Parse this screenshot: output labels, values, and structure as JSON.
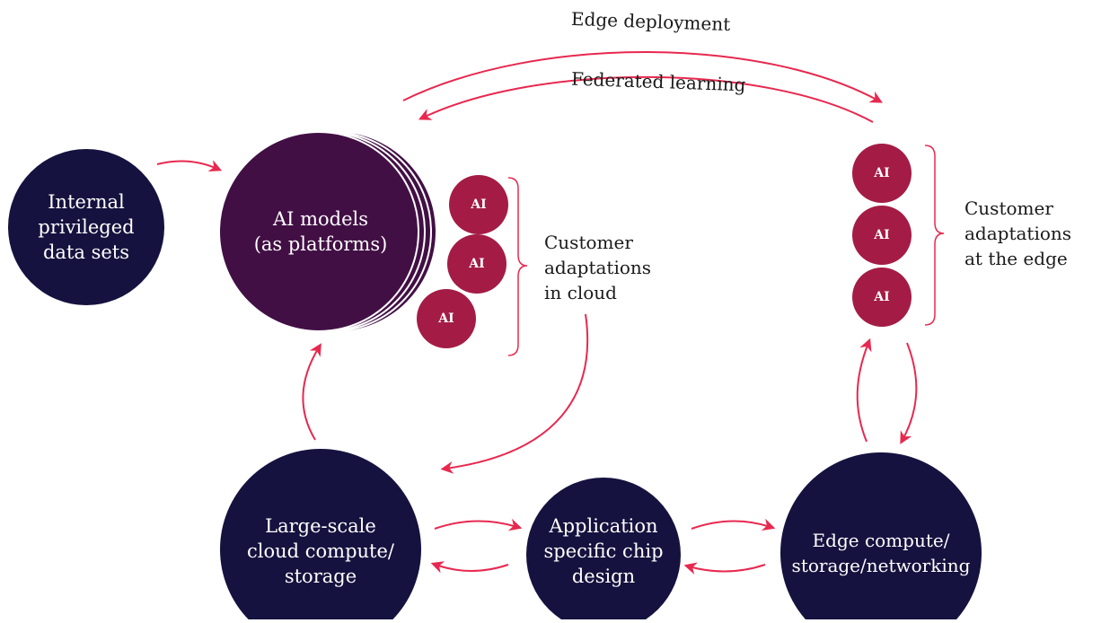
{
  "colors": {
    "navy": "#15123f",
    "plum": "#420f45",
    "crimson": "#a41c45",
    "arrow": "#e8284f"
  },
  "nodes": {
    "internal_data": "Internal\nprivileged\ndata sets",
    "ai_models": "AI models\n(as platforms)",
    "cloud_compute": "Large-scale\ncloud compute/\nstorage",
    "chip_design": "Application\nspecific chip\ndesign",
    "edge_compute": "Edge compute/\nstorage/networking"
  },
  "ai_badge": "AI",
  "labels": {
    "edge_deployment": "Edge deployment",
    "federated_learning": "Federated learning",
    "customer_cloud": "Customer\nadaptations\nin cloud",
    "customer_edge": "Customer\nadaptations\nat the edge"
  }
}
